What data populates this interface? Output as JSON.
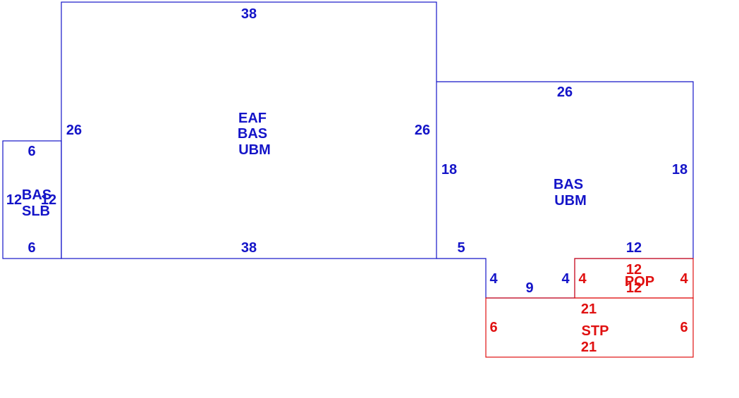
{
  "colors": {
    "main": "#1414c8",
    "exterior": "#e01010",
    "background": "#ffffff"
  },
  "areas": {
    "left": {
      "codes": [
        "BAS",
        "SLB"
      ],
      "top": "6",
      "bottom": "6",
      "left": "12",
      "right": "12"
    },
    "center": {
      "codes": [
        "EAF",
        "BAS",
        "UBM"
      ],
      "top": "38",
      "bottom": "38",
      "left": "26",
      "right": "26"
    },
    "right": {
      "codes": [
        "BAS",
        "UBM"
      ],
      "top": "26",
      "left": "18",
      "right": "18",
      "bottom_step": "5",
      "bottom_right": "12"
    },
    "notch": {
      "left": "4",
      "bottom": "9",
      "right": "4"
    },
    "porch": {
      "code": "POP",
      "left": "4",
      "right": "4",
      "top": "12",
      "bottom": "12"
    },
    "stoop": {
      "code": "STP",
      "top": "21",
      "bottom": "21",
      "left": "6",
      "right": "6"
    }
  }
}
